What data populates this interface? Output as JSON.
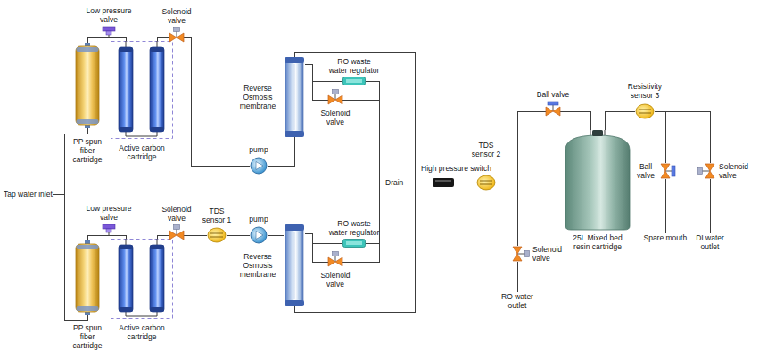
{
  "diagram": {
    "nodes": [
      {
        "text": [
          "Tap water inlet"
        ]
      },
      {
        "text": [
          "PP spun fiber cartridge"
        ]
      },
      {
        "text": [
          "Low pressure valve"
        ]
      },
      {
        "text": [
          "Active carbon cartridge"
        ]
      },
      {
        "text": [
          "Solenoid valve"
        ]
      },
      {
        "text": [
          "pump"
        ]
      },
      {
        "text": [
          "Reverse Osmosis membrane"
        ]
      },
      {
        "text": [
          "RO waste water regulator"
        ]
      },
      {
        "text": [
          "Solenoid valve"
        ]
      },
      {
        "text": [
          "PP spun fiber cartridge"
        ]
      },
      {
        "text": [
          "Low pressure valve"
        ]
      },
      {
        "text": [
          "Active carbon cartridge"
        ]
      },
      {
        "text": [
          "Solenoid valve"
        ]
      },
      {
        "text": [
          "TDS sensor 1"
        ]
      },
      {
        "text": [
          "pump"
        ]
      },
      {
        "text": [
          "Reverse Osmosis membrane"
        ]
      },
      {
        "text": [
          "RO waste water regulator"
        ]
      },
      {
        "text": [
          "Solenoid valve"
        ]
      },
      {
        "text": [
          "Drain"
        ]
      },
      {
        "text": [
          "High pressure switch"
        ]
      },
      {
        "text": [
          "TDS sensor 2"
        ]
      },
      {
        "text": [
          "Ball valve"
        ]
      },
      {
        "text": [
          "25L Mixed bed resin cartridge"
        ]
      },
      {
        "text": [
          "Resistivity sensor 3"
        ]
      },
      {
        "text": [
          "Ball valve"
        ]
      },
      {
        "text": [
          "Solenoid valve"
        ]
      },
      {
        "text": [
          "Spare mouth"
        ]
      },
      {
        "text": [
          "DI water outlet"
        ]
      },
      {
        "text": [
          "Solenoid valve"
        ]
      },
      {
        "text": [
          "RO water outlet"
        ]
      }
    ],
    "edges": [
      {
        "from": 0,
        "to": 1,
        "arrow": "none"
      },
      {
        "from": 0,
        "to": 9,
        "arrow": "none"
      },
      {
        "from": 1,
        "to": 2,
        "arrow": "none"
      },
      {
        "from": 2,
        "to": 3,
        "arrow": "none"
      },
      {
        "from": 3,
        "to": 4,
        "arrow": "none"
      },
      {
        "from": 4,
        "to": 5,
        "arrow": "none"
      },
      {
        "from": 5,
        "to": 6,
        "arrow": "none"
      },
      {
        "from": 6,
        "to": 7,
        "arrow": "none"
      },
      {
        "from": 6,
        "to": 8,
        "arrow": "none"
      },
      {
        "from": 7,
        "to": 18,
        "arrow": "none"
      },
      {
        "from": 8,
        "to": 18,
        "arrow": "none"
      },
      {
        "from": 9,
        "to": 10,
        "arrow": "none"
      },
      {
        "from": 10,
        "to": 11,
        "arrow": "none"
      },
      {
        "from": 11,
        "to": 12,
        "arrow": "none"
      },
      {
        "from": 12,
        "to": 13,
        "arrow": "none"
      },
      {
        "from": 13,
        "to": 14,
        "arrow": "none"
      },
      {
        "from": 14,
        "to": 15,
        "arrow": "none"
      },
      {
        "from": 15,
        "to": 16,
        "arrow": "none"
      },
      {
        "from": 15,
        "to": 17,
        "arrow": "none"
      },
      {
        "from": 16,
        "to": 18,
        "arrow": "none"
      },
      {
        "from": 17,
        "to": 18,
        "arrow": "none"
      },
      {
        "from": 6,
        "to": 19,
        "arrow": "none"
      },
      {
        "from": 15,
        "to": 19,
        "arrow": "none"
      },
      {
        "from": 19,
        "to": 20,
        "arrow": "none"
      },
      {
        "from": 20,
        "to": 21,
        "arrow": "none"
      },
      {
        "from": 21,
        "to": 22,
        "arrow": "none"
      },
      {
        "from": 22,
        "to": 23,
        "arrow": "none"
      },
      {
        "from": 23,
        "to": 24,
        "arrow": "none"
      },
      {
        "from": 23,
        "to": 25,
        "arrow": "none"
      },
      {
        "from": 24,
        "to": 26,
        "arrow": "none"
      },
      {
        "from": 25,
        "to": 27,
        "arrow": "none"
      },
      {
        "from": 20,
        "to": 28,
        "arrow": "none"
      },
      {
        "from": 28,
        "to": 29,
        "arrow": "none"
      }
    ]
  }
}
